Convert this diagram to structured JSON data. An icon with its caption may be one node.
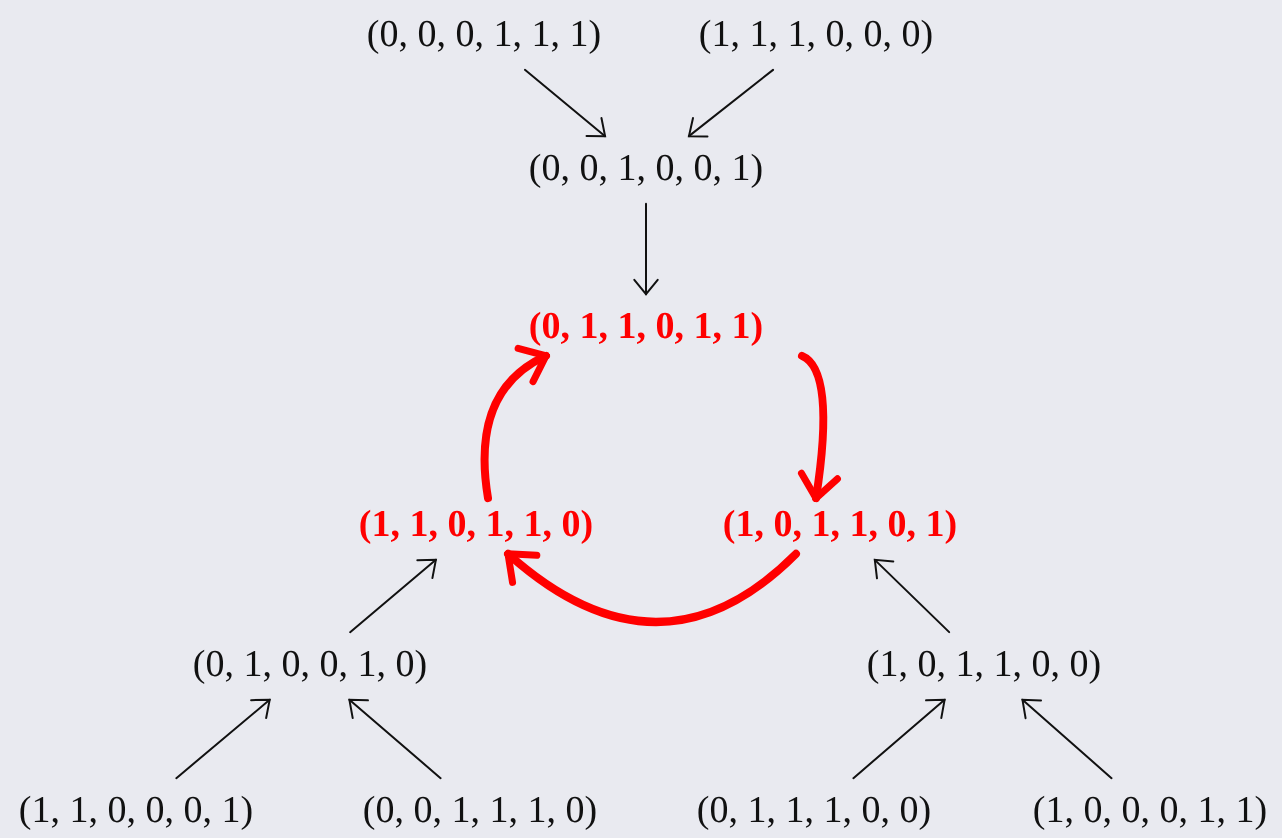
{
  "diagram": {
    "nodes": [
      {
        "text": [
          "(0, 0, 0, 1, 1, 1)"
        ]
      },
      {
        "text": [
          "(1, 1, 1, 0, 0, 0)"
        ]
      },
      {
        "text": [
          "(0, 0, 1, 0, 0, 1)"
        ]
      },
      {
        "text": [
          "(0, 1, 1, 0, 1, 1)"
        ]
      },
      {
        "text": [
          "(1, 1, 0, 1, 1, 0)"
        ]
      },
      {
        "text": [
          "(1, 0, 1, 1, 0, 1)"
        ]
      },
      {
        "text": [
          "(0, 1, 0, 0, 1, 0)"
        ]
      },
      {
        "text": [
          "(1, 0, 1, 1, 0, 0)"
        ]
      },
      {
        "text": [
          "(1, 1, 0, 0, 0, 1)"
        ]
      },
      {
        "text": [
          "(0, 0, 1, 1, 1, 0)"
        ]
      },
      {
        "text": [
          "(0, 1, 1, 1, 0, 0)"
        ]
      },
      {
        "text": [
          "(1, 0, 0, 0, 1, 1)"
        ]
      }
    ],
    "edges": [
      {
        "from": 0,
        "to": 2,
        "arrow": "to"
      },
      {
        "from": 1,
        "to": 2,
        "arrow": "to"
      },
      {
        "from": 2,
        "to": 3,
        "arrow": "to"
      },
      {
        "from": 3,
        "to": 5,
        "arrow": "to",
        "style": "thick",
        "color": "#ff0000"
      },
      {
        "from": 5,
        "to": 4,
        "arrow": "to",
        "style": "thick",
        "color": "#ff0000"
      },
      {
        "from": 4,
        "to": 3,
        "arrow": "to",
        "style": "thick",
        "color": "#ff0000"
      },
      {
        "from": 6,
        "to": 4,
        "arrow": "to"
      },
      {
        "from": 7,
        "to": 5,
        "arrow": "to"
      },
      {
        "from": 8,
        "to": 6,
        "arrow": "to"
      },
      {
        "from": 9,
        "to": 6,
        "arrow": "to"
      },
      {
        "from": 10,
        "to": 7,
        "arrow": "to"
      },
      {
        "from": 11,
        "to": 7,
        "arrow": "to"
      }
    ]
  }
}
